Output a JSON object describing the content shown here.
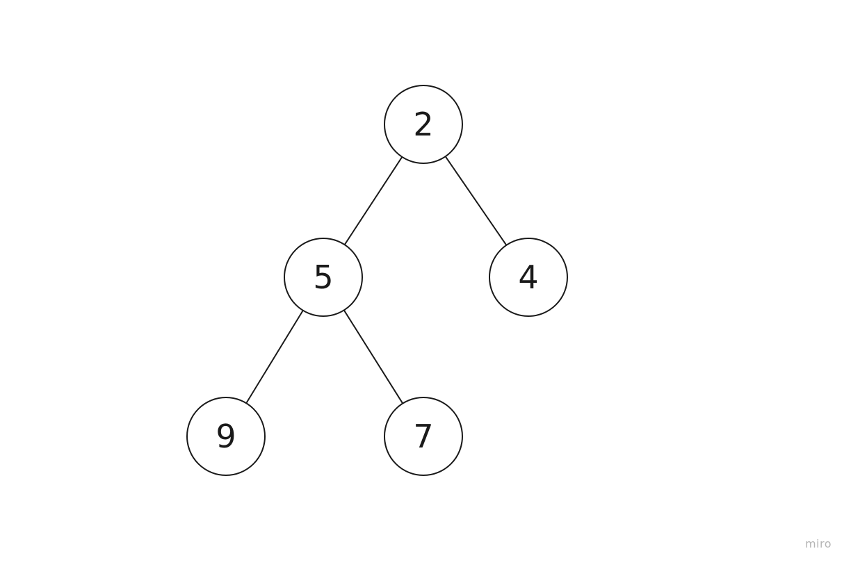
{
  "tree": {
    "nodes": [
      {
        "id": "n2",
        "label": "2"
      },
      {
        "id": "n5",
        "label": "5"
      },
      {
        "id": "n4",
        "label": "4"
      },
      {
        "id": "n9",
        "label": "9"
      },
      {
        "id": "n7",
        "label": "7"
      }
    ],
    "edges": [
      {
        "from": "n2",
        "to": "n5"
      },
      {
        "from": "n2",
        "to": "n4"
      },
      {
        "from": "n5",
        "to": "n9"
      },
      {
        "from": "n5",
        "to": "n7"
      }
    ]
  },
  "watermark": "miro",
  "colors": {
    "stroke": "#1a1a1a",
    "background": "#ffffff",
    "watermark": "#b5b5b5"
  }
}
